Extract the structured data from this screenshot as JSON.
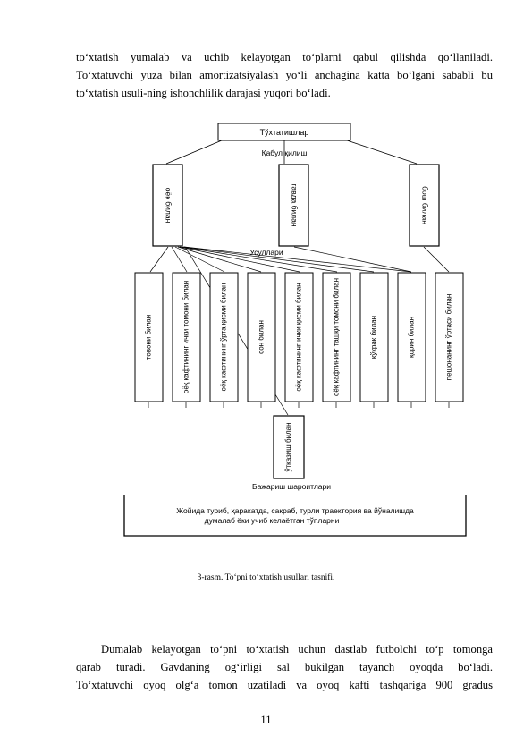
{
  "top_paragraph": {
    "lines": [
      "to‘xtatish yumalab va uchib kelayotgan to‘plarni qabul qilishda qo‘llaniladi.",
      "To‘xtatuvchi yuza bilan amortizatsiyalash yo‘li anchagina katta bo‘lgani sababli bu",
      "to‘xtatish usuli-ning ishonchlilik darajasi yuqori bo‘ladi."
    ]
  },
  "diagram": {
    "root": "Тўхтатишлар",
    "acceptance_label": "Қабул қилиш",
    "acceptance_methods": [
      "оёқ билан",
      "гавда билан",
      "бош билан"
    ],
    "methods_label": "Усуллари",
    "methods": [
      "товони билан",
      "оёқ кафтининг ички томони билан",
      "оёқ кафтининг ўрта қисми билан",
      "сон билан",
      "оёқ кафтининг ички қисми билан",
      "оёқ кафтининг ташқи томони билан",
      "кўкрак билан",
      "қорин билан",
      "пешонанинг ўртаси билан"
    ],
    "extra_method": "ўтказиш билан",
    "conditions_label": "Бажариш шароитлари",
    "conditions_text_line1": "Жойида туриб, ҳаракатда, сакраб, турли траектория ва йўналишда",
    "conditions_text_line2": "думалаб ёки учиб келаётган тўпларни"
  },
  "caption": "3-rasm. To‘pni to‘xtatish usullari tasnifi.",
  "bottom_paragraph": {
    "lines": [
      "Dumalab kelayotgan to‘pni to‘xtatish uchun dastlab futbolchi to‘p tomonga",
      "qarab turadi. Gavdaning og‘irligi sal bukilgan tayanch oyoqda bo‘ladi.",
      "To‘xtatuvchi oyoq olg‘a tomon uzatiladi va oyoq kafti tashqariga 900 gradus"
    ]
  },
  "page_number": "11"
}
